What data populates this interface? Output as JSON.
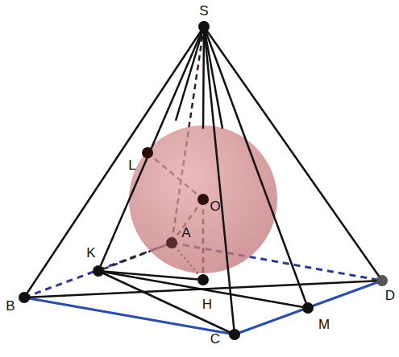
{
  "diagram": {
    "labels": [
      "S",
      "L",
      "O",
      "A",
      "K",
      "H",
      "B",
      "C",
      "M",
      "D"
    ]
  }
}
